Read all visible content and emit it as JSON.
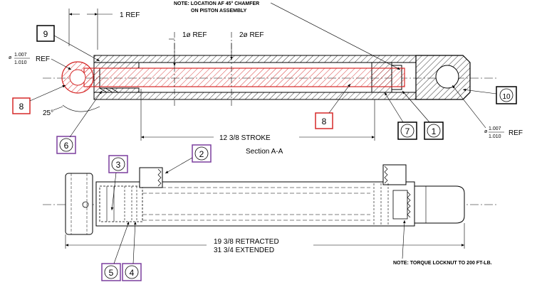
{
  "notes": {
    "chamfer_line1": "NOTE: LOCATION AF 45° CHAMFER",
    "chamfer_line2": "ON PISTON ASSEMBLY",
    "torque": "NOTE: TORQUE LOCKNUT TO 200 FT-LB."
  },
  "dims": {
    "ref_1": "1 REF",
    "dia_1": "1ø REF",
    "dia_2": "2ø REF",
    "left_dia_prefix": "ø",
    "left_dia_top": "1.007",
    "left_dia_bottom": "1.010",
    "left_dia_suffix": "REF",
    "right_dia_prefix": "ø",
    "right_dia_top": "1.007",
    "right_dia_bottom": "1.010",
    "right_dia_suffix": "REF",
    "angle": "25°",
    "stroke": "12 3/8 STROKE",
    "retracted": "19 3/8 RETRACTED",
    "extended": "31 3/4 EXTENDED"
  },
  "section_label": "Section A-A",
  "balloons": [
    {
      "id": "9",
      "color": "#000000"
    },
    {
      "id": "8",
      "color": "#d62828"
    },
    {
      "id": "6",
      "color": "#7b3f9e"
    },
    {
      "id": "8",
      "color": "#d62828"
    },
    {
      "id": "7",
      "color": "#000000"
    },
    {
      "id": "1",
      "color": "#000000"
    },
    {
      "id": "10",
      "color": "#000000"
    },
    {
      "id": "2",
      "color": "#7b3f9e"
    },
    {
      "id": "3",
      "color": "#7b3f9e"
    },
    {
      "id": "5",
      "color": "#7b3f9e"
    },
    {
      "id": "4",
      "color": "#7b3f9e"
    }
  ],
  "colors": {
    "rod_highlight": "#d62828",
    "purple_balloon": "#7b3f9e",
    "line": "#000000"
  }
}
